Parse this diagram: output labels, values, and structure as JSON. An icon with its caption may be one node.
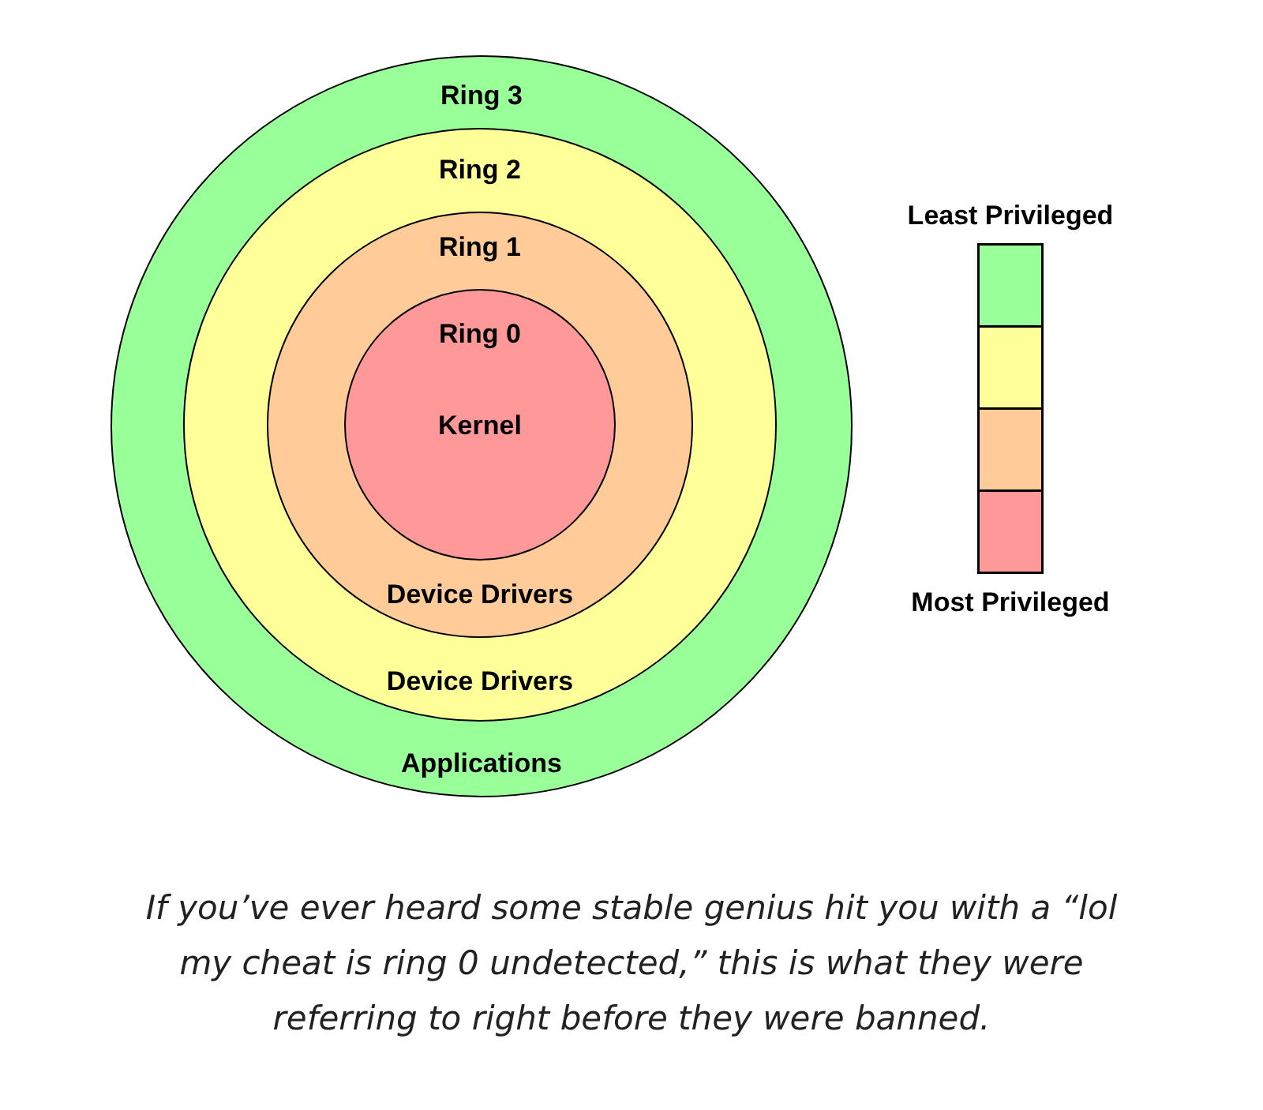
{
  "diagram": {
    "caption": "If you’ve ever heard some stable genius hit you with a “lol my cheat is ring 0 undetected,” this is what they were referring to right before they were banned.",
    "nodes": [
      {
        "text": [
          "Ring 3",
          "Applications"
        ]
      },
      {
        "text": [
          "Ring 2",
          "Device Drivers"
        ],
        "in": 0
      },
      {
        "text": [
          "Ring 1",
          "Device Drivers"
        ],
        "in": 1
      },
      {
        "text": [
          "Ring 0",
          "Kernel"
        ],
        "in": 2
      }
    ],
    "edges": [],
    "labels": [
      "Least Privileged",
      "Most Privileged"
    ]
  }
}
